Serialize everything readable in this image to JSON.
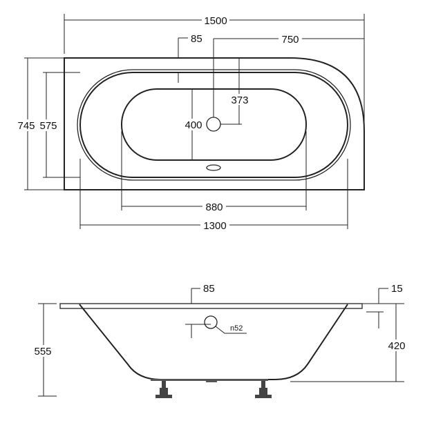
{
  "title": "Bathtub dimension drawing",
  "colors": {
    "line": "#222222",
    "background": "#ffffff"
  },
  "top_view": {
    "overall_length": "1500",
    "rim_offset": "85",
    "drain_offset": "750",
    "drain_to_edge": "373",
    "inner_width": "400",
    "overall_width": "745",
    "basin_width": "575",
    "inner_length": "880",
    "basin_length": "1300"
  },
  "side_view": {
    "rim_offset": "85",
    "rim_thickness": "15",
    "overflow_diameter": "n52",
    "total_height": "555",
    "basin_depth": "420"
  }
}
